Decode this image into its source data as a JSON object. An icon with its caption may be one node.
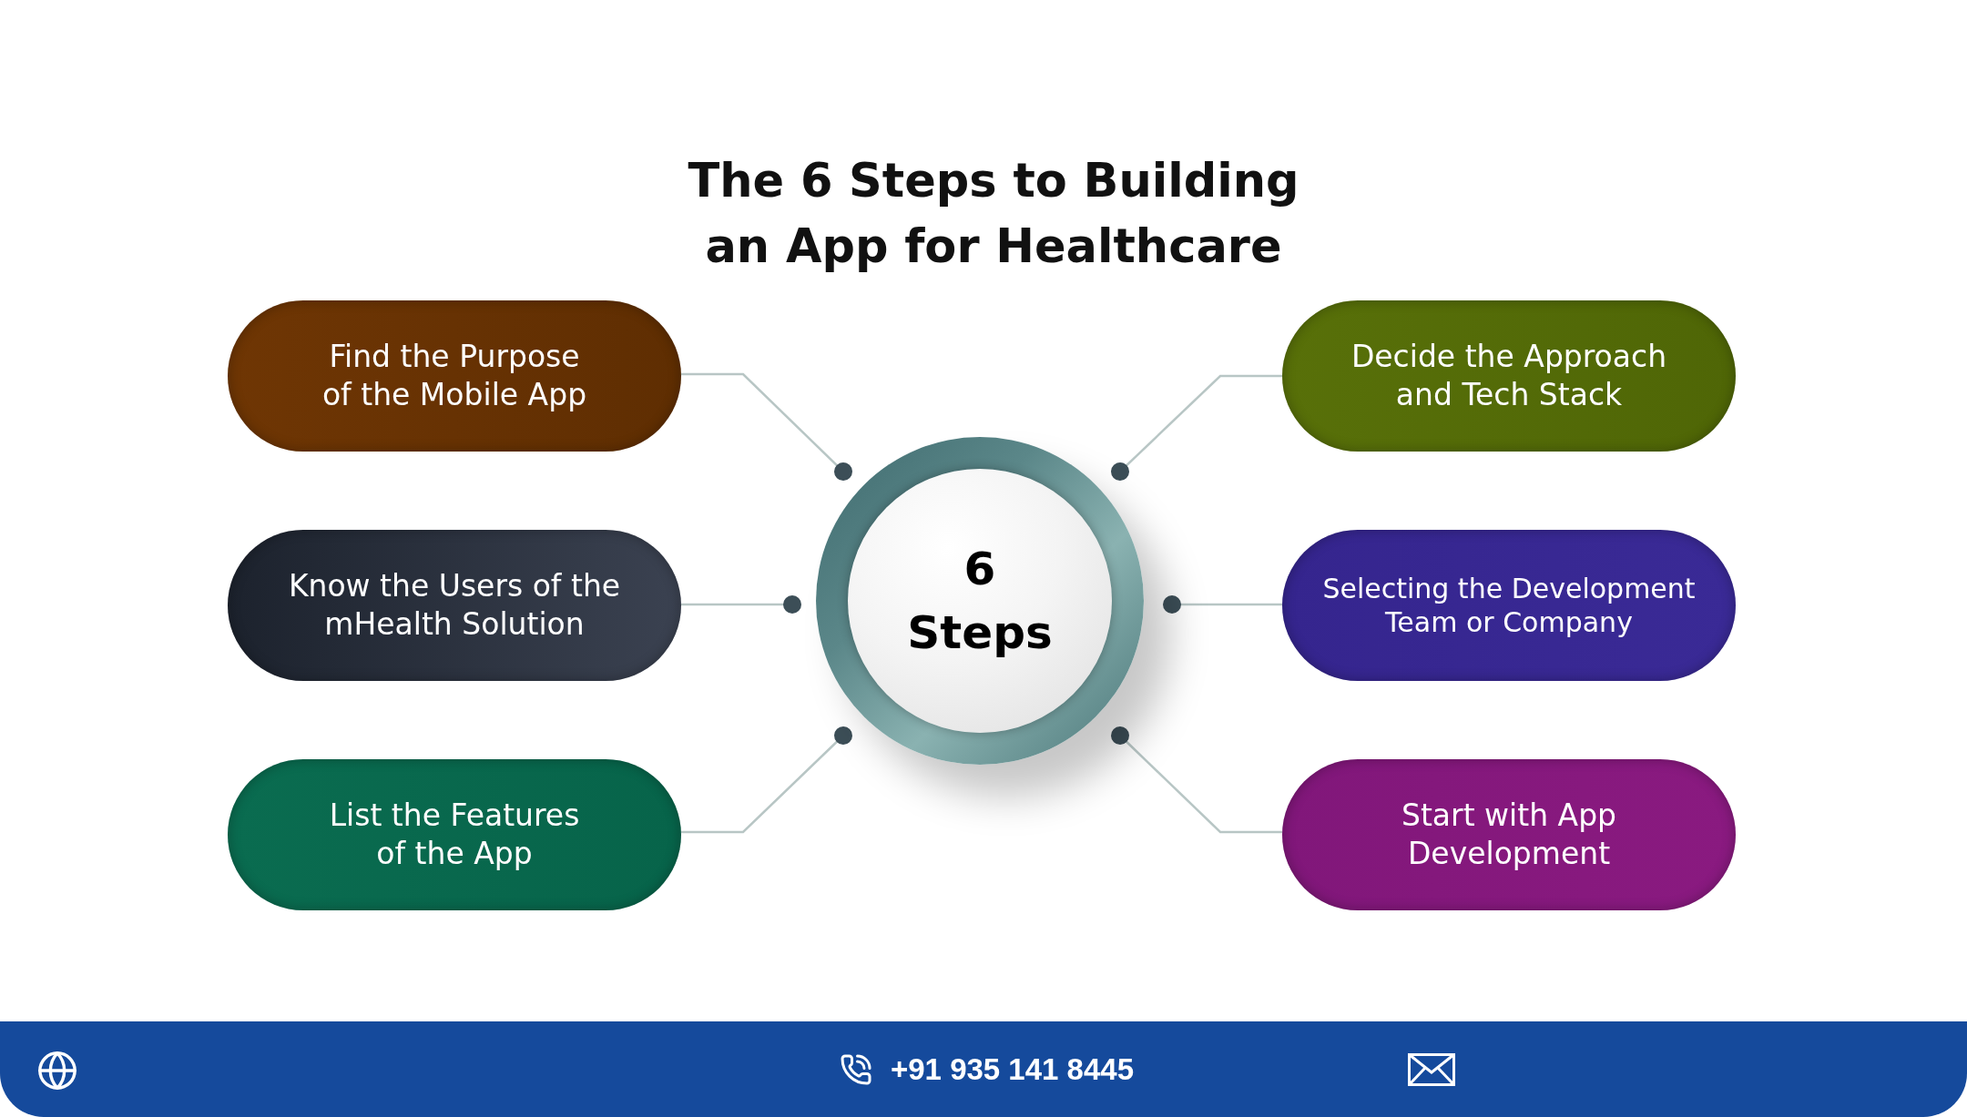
{
  "diagram": {
    "title": "The 6 Steps to Building an App for Healthcare",
    "nodes": [
      {
        "text": [
          "Find the Purpose of the Mobile App"
        ]
      },
      {
        "text": [
          "Decide the Approach and Tech Stack"
        ]
      },
      {
        "text": [
          "Know the Users of the mHealth Solution"
        ]
      },
      {
        "text": [
          "6 Steps"
        ]
      },
      {
        "text": [
          "Selecting the Development Team or Company"
        ]
      },
      {
        "text": [
          "List the Features of the App"
        ]
      },
      {
        "text": [
          "Start with App Development"
        ]
      }
    ],
    "edges": [
      {
        "from": 0,
        "to": 3,
        "arrow": "other"
      },
      {
        "from": 1,
        "to": 3,
        "arrow": "other"
      },
      {
        "from": 2,
        "to": 3,
        "arrow": "other"
      },
      {
        "from": 4,
        "to": 3,
        "arrow": "other"
      },
      {
        "from": 5,
        "to": 3,
        "arrow": "other"
      },
      {
        "from": 6,
        "to": 3,
        "arrow": "other"
      }
    ],
    "labels": [
      "+91 935 141 8445"
    ]
  }
}
